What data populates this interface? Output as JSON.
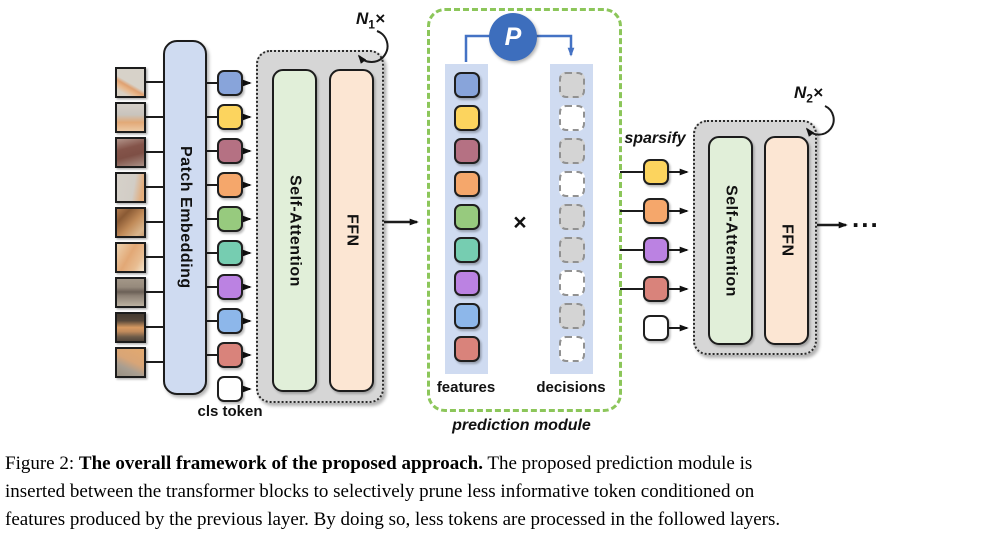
{
  "figure": {
    "n1": {
      "base": "N",
      "sub": "1",
      "times": "×"
    },
    "n2": {
      "base": "N",
      "sub": "2",
      "times": "×"
    },
    "patch_embedding_label": "Patch Embedding",
    "block1": {
      "self_attention": "Self-Attention",
      "ffn": "FFN"
    },
    "block2": {
      "self_attention": "Self-Attention",
      "ffn": "FFN"
    },
    "cls_token_label": "cls token",
    "sparsify_label": "sparsify",
    "ellipsis": "...",
    "prediction_module": {
      "p_label": "P",
      "times_symbol": "×",
      "features_label": "features",
      "decisions_label": "decisions",
      "module_label": "prediction module"
    },
    "colors": {
      "module_border": "#8cc65a",
      "p_circle": "#3d6ebd",
      "blue_connector": "#4472c4",
      "block_fill": "#d6d6d6",
      "self_attention_fill": "#e1efd9",
      "ffn_fill": "#fce6d3",
      "strip_fill": "#cfdbf1",
      "pruned_fill": "#d4d4d4",
      "kept_fill": "#ffffff"
    },
    "input_tokens": [
      "#88a4da",
      "#fcd45e",
      "#b57183",
      "#f5a76b",
      "#97ca7e",
      "#76cdb1",
      "#bb82e2",
      "#8db7ea",
      "#d9837b",
      "#ffffff"
    ],
    "feature_tokens": [
      "#88a4da",
      "#fcd45e",
      "#b57183",
      "#f5a76b",
      "#97ca7e",
      "#76cdb1",
      "#bb82e2",
      "#8db7ea",
      "#d9837b"
    ],
    "decision_tokens": [
      "pruned",
      "kept",
      "pruned",
      "kept",
      "pruned",
      "pruned",
      "kept",
      "pruned",
      "kept"
    ],
    "sparsified_tokens": [
      "#fcd45e",
      "#f5a76b",
      "#bb82e2",
      "#d9837b",
      "#ffffff"
    ],
    "patch_gradients": [
      {
        "angle": 210,
        "stops": [
          "#d7d2c9 0%",
          "#d7d2c9 52%",
          "#dfa172 62%",
          "#e8b88d 72%",
          "#d8cfc2 85%"
        ]
      },
      {
        "angle": 180,
        "stops": [
          "#d5cfc7 0%",
          "#c9c4bd 40%",
          "#e2a977 68%",
          "#ecc9a4 100%"
        ]
      },
      {
        "angle": 165,
        "stops": [
          "#b2948a 0%",
          "#84544a 35%",
          "#7e4f45 60%",
          "#a98f85 100%"
        ]
      },
      {
        "angle": 100,
        "stops": [
          "#d6d1c9 0%",
          "#d2cdc6 60%",
          "#e3ac7a 90%",
          "#e8b584 100%"
        ]
      },
      {
        "angle": 135,
        "stops": [
          "#b07a4e 0%",
          "#8a5a34 25%",
          "#c08a58 55%",
          "#d9b58c 85%",
          "#c9a077 100%"
        ]
      },
      {
        "angle": 120,
        "stops": [
          "#ecd2b0 0%",
          "#e2a876 45%",
          "#e8bd92 75%",
          "#f2e3cb 100%"
        ]
      },
      {
        "angle": 180,
        "stops": [
          "#a39788 0%",
          "#968a7c 30%",
          "#6b6057 48%",
          "#8d8175 62%",
          "#bbb1a1 100%"
        ]
      },
      {
        "angle": 180,
        "stops": [
          "#43392f 0%",
          "#55473a 25%",
          "#d89a62 50%",
          "#c08a5c 65%",
          "#6b5a48 85%",
          "#50443a 100%"
        ]
      },
      {
        "angle": 205,
        "stops": [
          "#e3a96f 0%",
          "#d8a577 45%",
          "#a89e91 70%",
          "#989083 100%"
        ]
      }
    ]
  },
  "caption": {
    "line1_prefix": "Figure 2: ",
    "line1_bold": "The overall framework of the proposed approach.",
    "line1_rest": " The proposed prediction module is",
    "line2": "inserted between the transformer blocks to selectively prune less informative token conditioned on",
    "line3": "features produced by the previous layer. By doing so, less tokens are processed in the followed layers."
  }
}
